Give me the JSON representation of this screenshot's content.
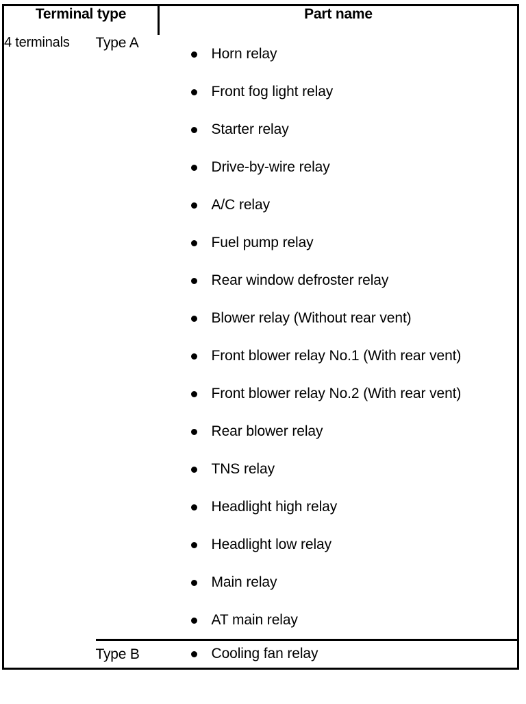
{
  "table": {
    "headers": {
      "terminal_type": "Terminal type",
      "part_name": "Part name"
    },
    "rows": [
      {
        "terminal_type": "4 terminals",
        "type_label": "Type A",
        "parts": [
          "Horn relay",
          "Front fog light relay",
          "Starter relay",
          "Drive-by-wire relay",
          "A/C relay",
          "Fuel pump relay",
          "Rear window defroster relay",
          "Blower relay (Without rear vent)",
          "Front blower relay No.1 (With rear vent)",
          "Front blower relay No.2 (With rear vent)",
          "Rear blower relay",
          "TNS relay",
          "Headlight high relay",
          "Headlight low relay",
          "Main relay",
          "AT main relay"
        ]
      },
      {
        "terminal_type": "",
        "type_label": "Type B",
        "parts": [
          "Cooling fan relay"
        ]
      }
    ]
  },
  "icons": {
    "bullet": "bullet-point-icon"
  },
  "colors": {
    "border": "#000000",
    "text": "#000000",
    "background": "#ffffff"
  }
}
